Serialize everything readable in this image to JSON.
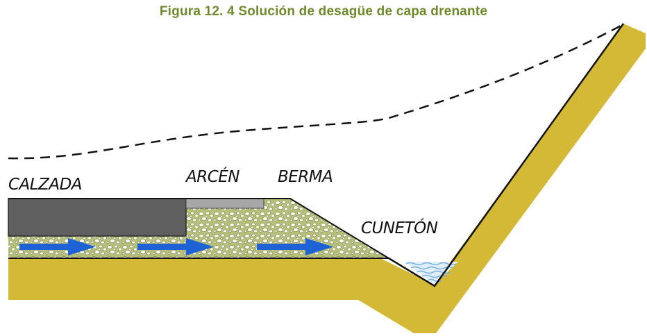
{
  "figure": {
    "title": "Figura 12. 4 Solución de desagüe de capa drenante"
  },
  "labels": {
    "calzada": "CALZADA",
    "arcen": "ARCÉN",
    "berma": "BERMA",
    "cuneton": "CUNETÓN"
  },
  "colors": {
    "title": "#6e8a2c",
    "subgrade": "#d3b935",
    "drainage_layer": "#b6bf7a",
    "pavement": "#5f5f5f",
    "shoulder": "#a7a7a7",
    "flow_arrow": "#1f62d6",
    "water": "#7aaee0",
    "line": "#111111"
  },
  "icons": {
    "flow": "flow-arrow-icon",
    "water": "water-waves-icon"
  }
}
